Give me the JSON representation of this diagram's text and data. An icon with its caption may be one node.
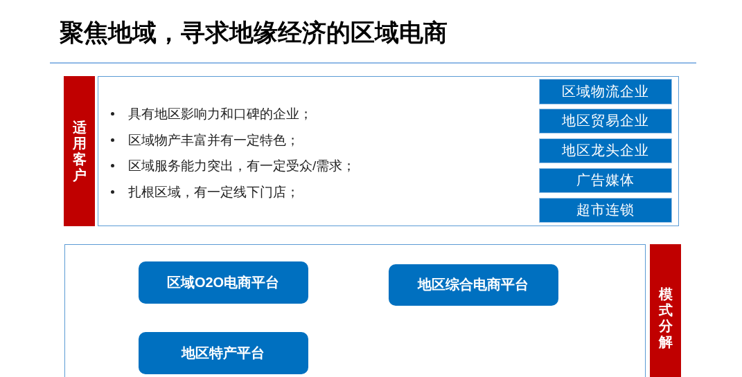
{
  "diagram": {
    "title": "聚焦地域，寻求地缘经济的区域电商",
    "nodes": [
      {
        "text": [
          "适用客户"
        ]
      },
      {
        "text": [
          "具有地区影响力和口碑的企业；",
          "区域物产丰富并有一定特色；",
          "区域服务能力突出，有一定受众/需求；",
          "扎根区域，有一定线下门店；"
        ]
      },
      {
        "text": [
          "区域物流企业"
        ],
        "in": 1
      },
      {
        "text": [
          "地区贸易企业"
        ],
        "in": 1
      },
      {
        "text": [
          "地区龙头企业"
        ],
        "in": 1
      },
      {
        "text": [
          "广告媒体"
        ],
        "in": 1
      },
      {
        "text": [
          "超市连锁"
        ],
        "in": 1
      },
      {
        "text": [],
        "shape": "box"
      },
      {
        "text": [
          "区域O2O电商平台"
        ],
        "in": 7
      },
      {
        "text": [
          "地区综合电商平台"
        ],
        "in": 7
      },
      {
        "text": [
          "地区特产平台"
        ],
        "in": 7
      },
      {
        "text": [
          "模式分解"
        ]
      }
    ]
  }
}
